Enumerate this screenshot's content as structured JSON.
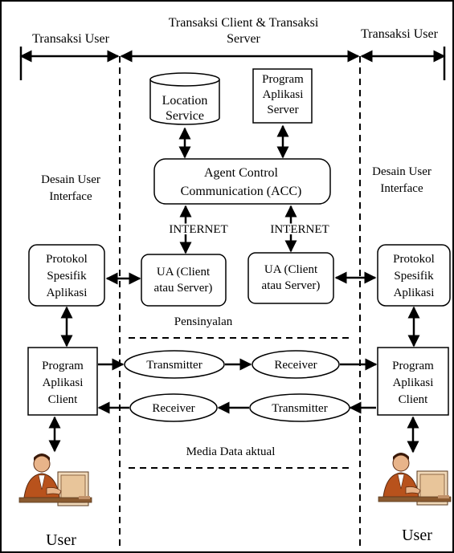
{
  "headers": {
    "left": "Transaksi User",
    "center_line1": "Transaksi Client & Transaksi",
    "center_line2": "Server",
    "right": "Transaksi User"
  },
  "nodes": {
    "location_service": [
      "Location",
      "Service"
    ],
    "program_aplikasi_server": [
      "Program",
      "Aplikasi",
      "Server"
    ],
    "acc": [
      "Agent Control",
      "Communication (ACC)"
    ],
    "ua_left": [
      "UA (Client",
      "atau Server)"
    ],
    "ua_right": [
      "UA (Client",
      "atau Server)"
    ],
    "protokol_left": [
      "Protokol",
      "Spesifik",
      "Aplikasi"
    ],
    "protokol_right": [
      "Protokol",
      "Spesifik",
      "Aplikasi"
    ],
    "program_client_left": [
      "Program",
      "Aplikasi",
      "Client"
    ],
    "program_client_right": [
      "Program",
      "Aplikasi",
      "Client"
    ],
    "transmitter_top": "Transmitter",
    "receiver_top": "Receiver",
    "receiver_bottom": "Receiver",
    "transmitter_bottom": "Transmitter"
  },
  "labels": {
    "desain_left": [
      "Desain User",
      "Interface"
    ],
    "desain_right": [
      "Desain User",
      "Interface"
    ],
    "internet_left": "INTERNET",
    "internet_right": "INTERNET",
    "pensinyalan": "Pensinyalan",
    "media_data": "Media Data aktual",
    "user_left": "User",
    "user_right": "User"
  },
  "icons": {
    "user_left": "user-at-computer-icon",
    "user_right": "user-at-computer-icon"
  }
}
